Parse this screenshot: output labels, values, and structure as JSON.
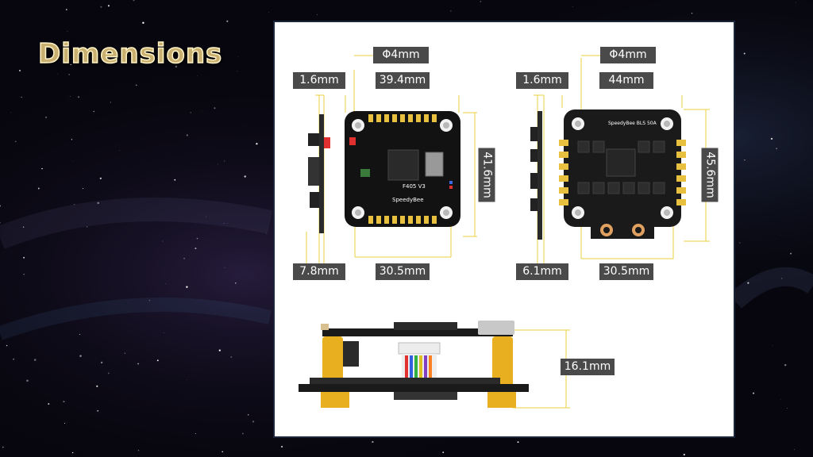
{
  "title": "Dimensions",
  "fc": {
    "board_brand": "SpeedyBee",
    "board_model": "F405 V3",
    "hole_diameter": "Φ4mm",
    "thickness": "1.6mm",
    "width": "39.4mm",
    "height": "41.6mm",
    "stack_height": "7.8mm",
    "mount_spacing": "30.5mm"
  },
  "esc": {
    "board_label": "SpeedyBee BLS 50A",
    "hole_diameter": "Φ4mm",
    "thickness": "1.6mm",
    "width": "44mm",
    "height": "45.6mm",
    "stack_height": "6.1mm",
    "mount_spacing": "30.5mm"
  },
  "stack": {
    "total_height": "16.1mm"
  }
}
